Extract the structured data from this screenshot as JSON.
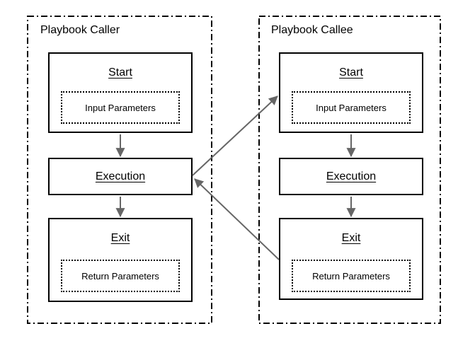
{
  "diagram": {
    "caller": {
      "title": "Playbook Caller",
      "start_label": "Start",
      "input_label": "Input Parameters",
      "execution_label": "Execution",
      "exit_label": "Exit",
      "return_label": "Return Parameters"
    },
    "callee": {
      "title": "Playbook Callee",
      "start_label": "Start",
      "input_label": "Input Parameters",
      "execution_label": "Execution",
      "exit_label": "Exit",
      "return_label": "Return Parameters"
    },
    "colors": {
      "box_border": "#000000",
      "container_border": "#000000",
      "arrow": "#666666",
      "text": "#000000",
      "background": "#ffffff"
    }
  }
}
